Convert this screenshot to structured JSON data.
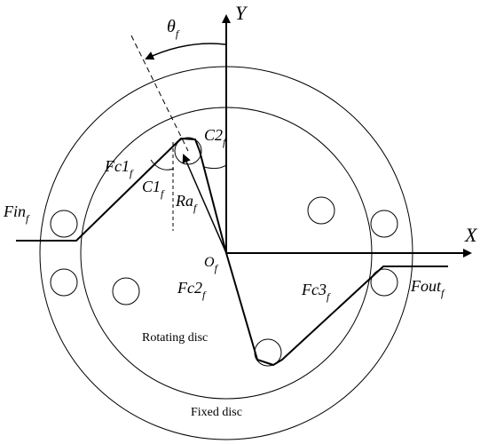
{
  "labels": {
    "theta": "θ",
    "theta_sub": "f",
    "y_axis": "Y",
    "x_axis": "X",
    "c2": "C2",
    "c2_sub": "f",
    "fc1": "Fc1",
    "fc1_sub": "f",
    "c1": "C1",
    "c1_sub": "f",
    "ra": "Ra",
    "ra_sub": "f",
    "fin": "Fin",
    "fin_sub": "f",
    "origin": "O",
    "origin_sub": "f",
    "fc2": "Fc2",
    "fc2_sub": "f",
    "fc3": "Fc3",
    "fc3_sub": "f",
    "fout": "Fout",
    "fout_sub": "f",
    "rotating_disc": "Rotating disc",
    "fixed_disc": "Fixed disc"
  }
}
